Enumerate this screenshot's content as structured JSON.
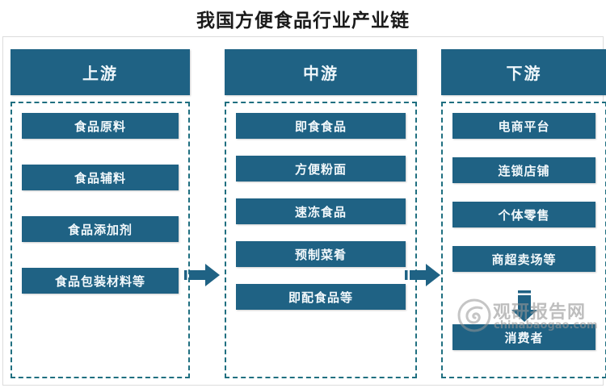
{
  "title": "我国方便食品行业产业链",
  "colors": {
    "node_fill": "#1f6284",
    "node_text": "#f2f8fb",
    "dashed_border": "#1f6f80",
    "arrow": "#1f6284",
    "frame_border": "#dcdcdc",
    "title_text": "#1a1a1a",
    "watermark": "#969696"
  },
  "columns": [
    {
      "key": "upstream",
      "header": "上游",
      "items": [
        "食品原料",
        "食品辅料",
        "食品添加剂",
        "食品包装材料等"
      ]
    },
    {
      "key": "midstream",
      "header": "中游",
      "items": [
        "即食食品",
        "方便粉面",
        "速冻食品",
        "预制菜肴",
        "即配食品等"
      ]
    },
    {
      "key": "downstream",
      "header": "下游",
      "items": [
        "电商平台",
        "连锁店铺",
        "个体零售",
        "商超卖场等"
      ],
      "terminal": "消费者"
    }
  ],
  "connectors": [
    {
      "name": "upstream-to-midstream",
      "direction": "right"
    },
    {
      "name": "midstream-to-downstream",
      "direction": "right"
    },
    {
      "name": "channels-to-consumer",
      "direction": "down"
    }
  ],
  "watermark": {
    "brand": "观研报告网",
    "domain": "chinabaogao.com",
    "logo": "spiral-logo-icon"
  }
}
